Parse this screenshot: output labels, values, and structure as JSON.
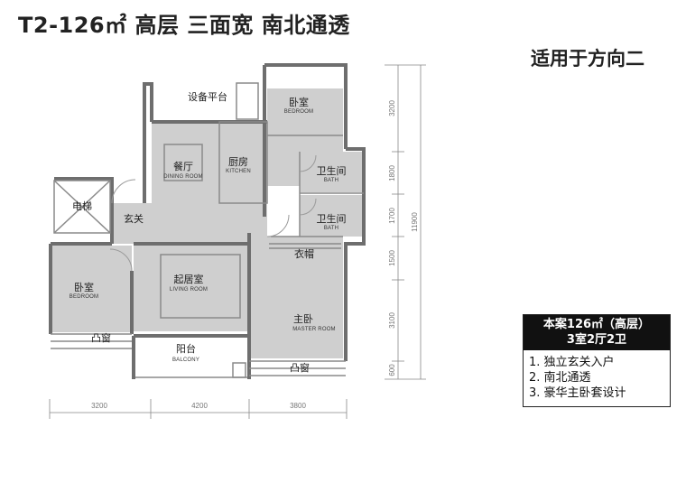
{
  "title": "T2-126㎡ 高层 三面宽 南北通透",
  "subtitle": "适用于方向二",
  "rooms": {
    "platform": {
      "cn": "设备平台"
    },
    "bedroom_top": {
      "cn": "卧室",
      "en": "BEDROOM"
    },
    "dining": {
      "cn": "餐厅",
      "en": "DINING ROOM"
    },
    "kitchen": {
      "cn": "厨房",
      "en": "KITCHEN"
    },
    "bath1": {
      "cn": "卫生间",
      "en": "BATH"
    },
    "bath2": {
      "cn": "卫生间",
      "en": "BATH"
    },
    "elevator": {
      "cn": "电梯"
    },
    "foyer": {
      "cn": "玄关"
    },
    "closet": {
      "cn": "衣帽"
    },
    "bedroom_left": {
      "cn": "卧室",
      "en": "BEDROOM"
    },
    "living": {
      "cn": "起居室",
      "en": "LIVING ROOM"
    },
    "master": {
      "cn": "主卧",
      "en": "MASTER ROOM"
    },
    "bay_left": {
      "cn": "凸窗"
    },
    "balcony": {
      "cn": "阳台",
      "en": "BALCONY"
    },
    "bay_right": {
      "cn": "凸窗"
    }
  },
  "dimensions": {
    "bottom": [
      "3200",
      "4200",
      "3800"
    ],
    "right": [
      "3200",
      "1800",
      "1700",
      "1500",
      "3100",
      "600"
    ],
    "total": "11900"
  },
  "info": {
    "header_line1": "本案126㎡（高层）",
    "header_line2": "3室2厅2卫",
    "items": [
      "1. 独立玄关入户",
      "2. 南北通透",
      "3. 豪华主卧套设计"
    ]
  },
  "colors": {
    "floor": "#cfcfcf",
    "wall": "#6e6e6e",
    "header_bg": "#111111"
  }
}
